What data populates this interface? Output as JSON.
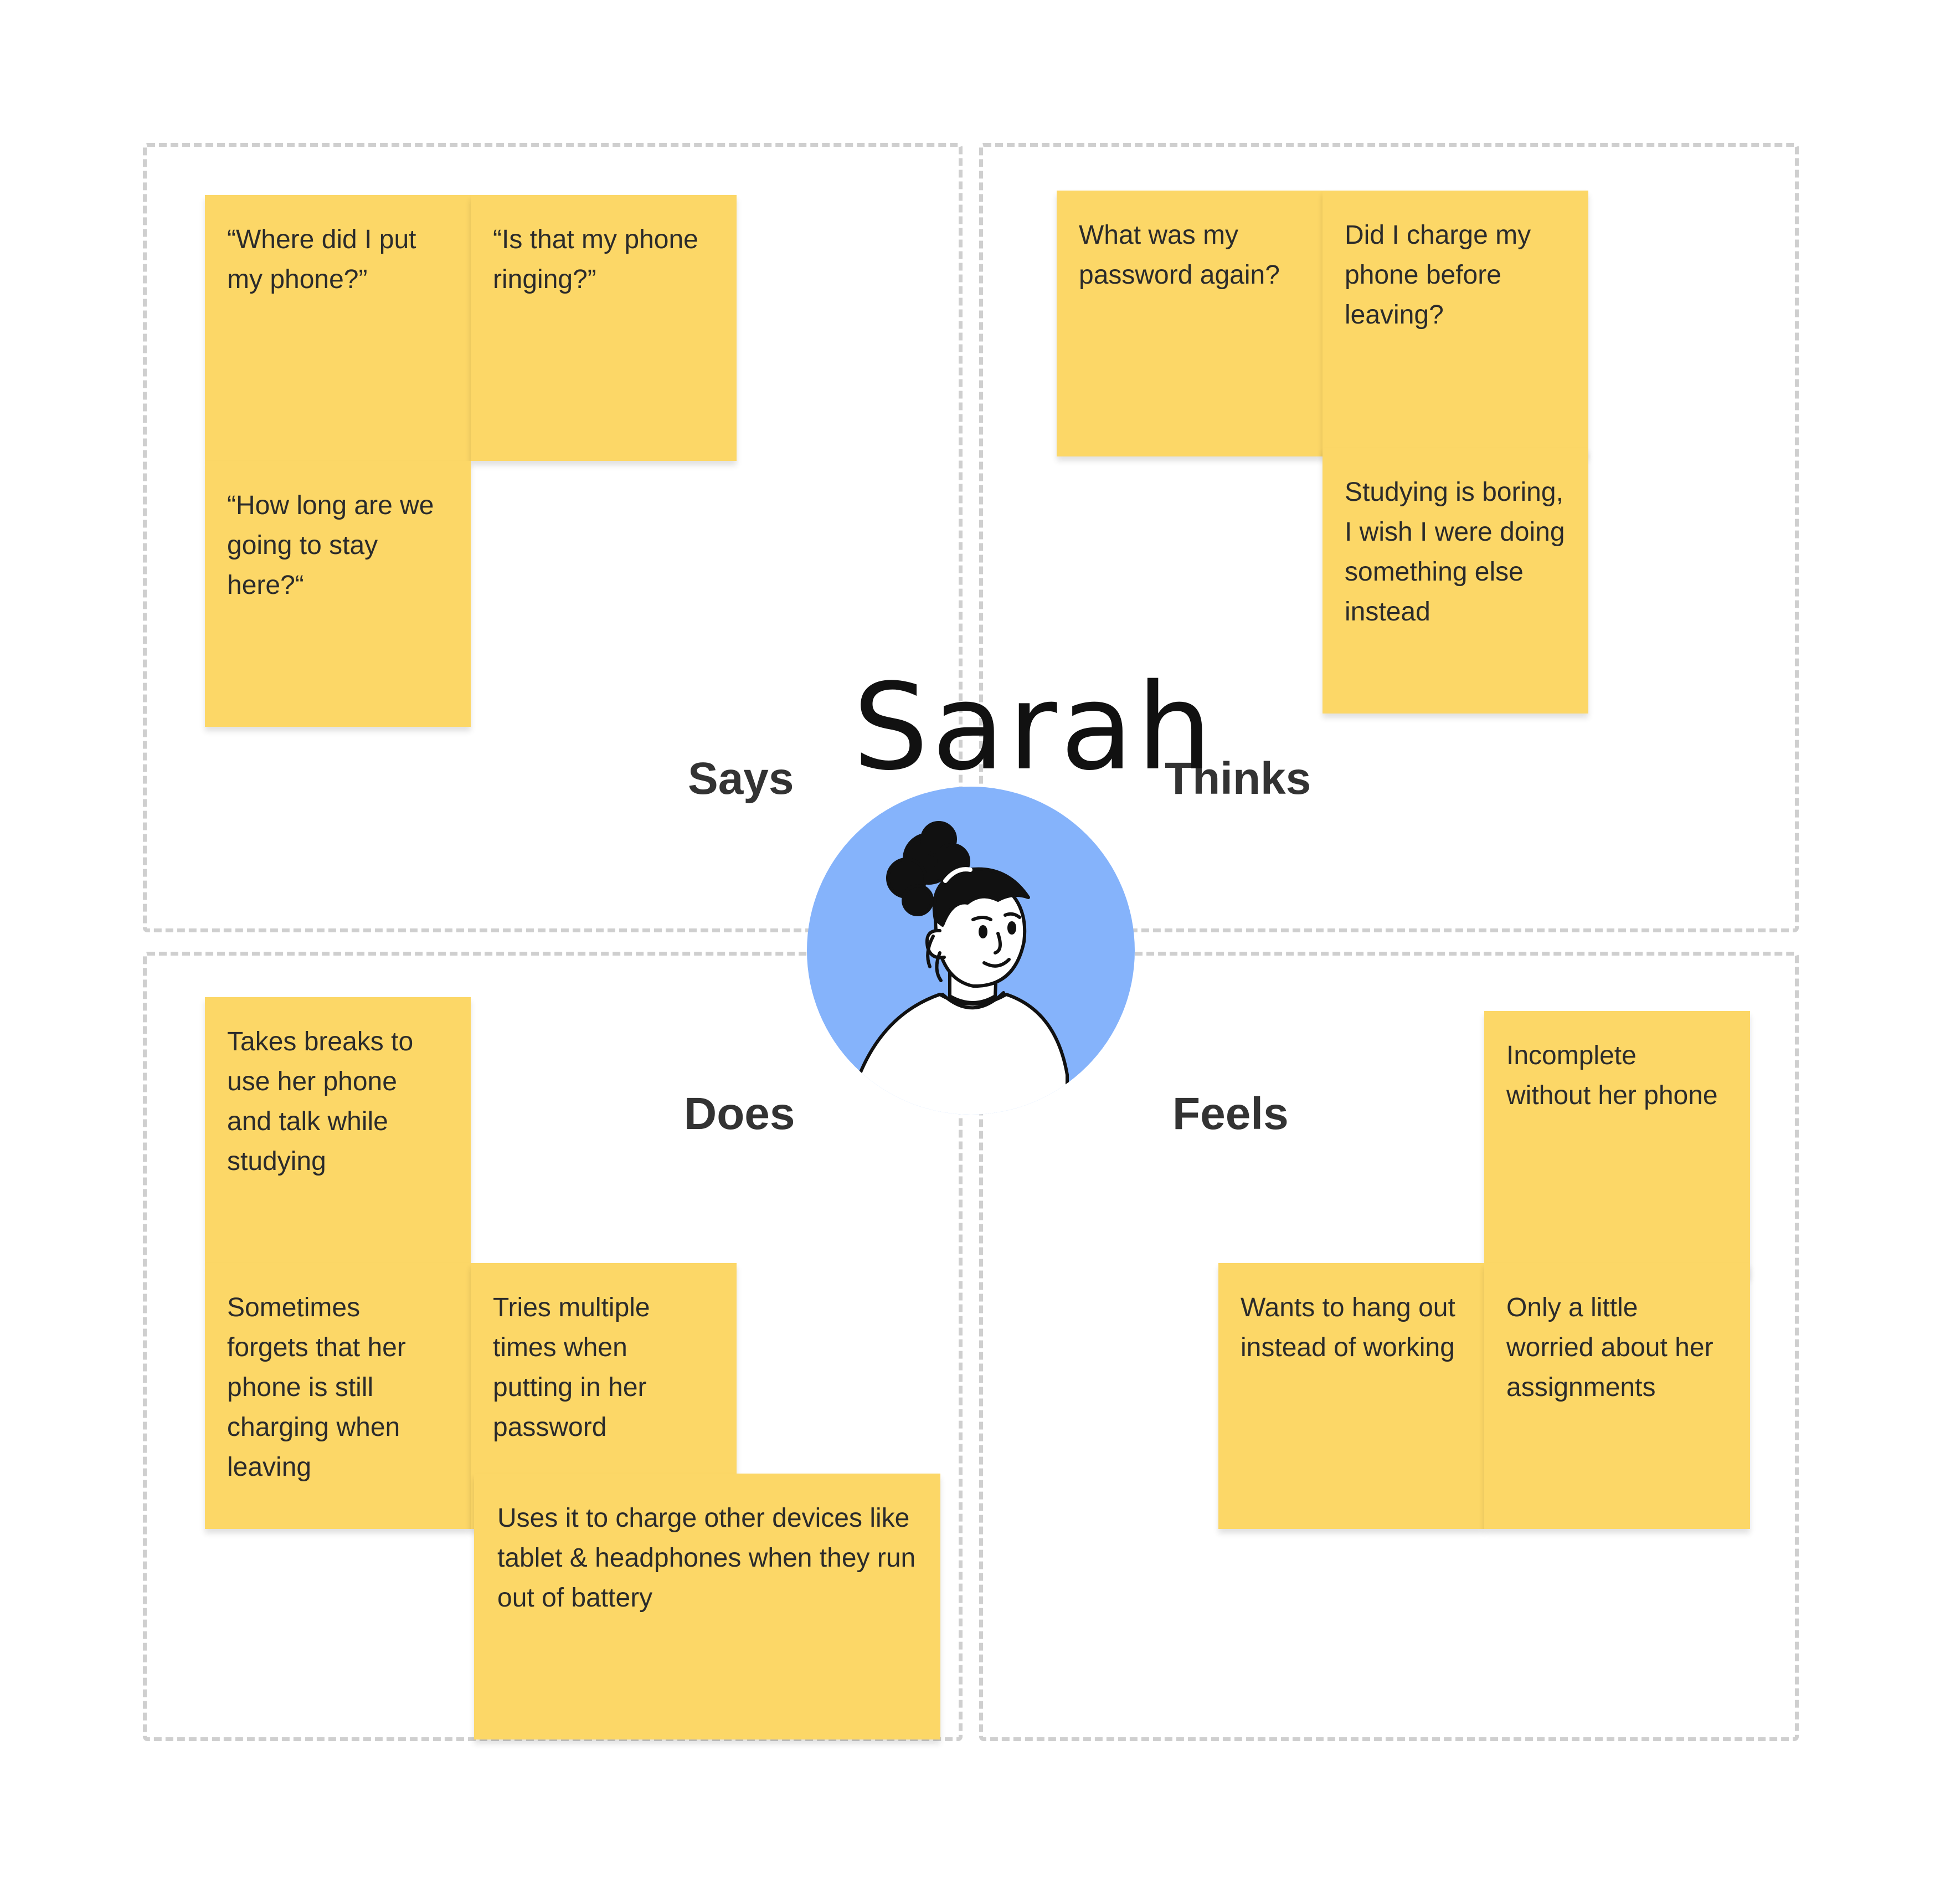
{
  "persona": {
    "name": "Sarah"
  },
  "quadrants": {
    "says": {
      "label": "Says",
      "notes": [
        "“Where did I put my phone?”",
        "“Is that my phone ringing?”",
        "“How long are we going to stay here?“"
      ]
    },
    "thinks": {
      "label": "Thinks",
      "notes": [
        "What was my password again?",
        "Did I charge my phone before leaving?",
        "Studying is boring, I wish I were doing something else instead"
      ]
    },
    "does": {
      "label": "Does",
      "notes": [
        "Takes breaks to use her phone and talk while studying",
        "Sometimes forgets that her phone is still charging when leaving",
        "Tries multiple times when putting in her password",
        "Uses it to charge other devices like tablet & headphones when they run out of battery"
      ]
    },
    "feels": {
      "label": "Feels",
      "notes": [
        "Incomplete without her phone",
        "Wants to hang out instead of working",
        "Only a little worried about her assignments"
      ]
    }
  },
  "colors": {
    "sticky_note": "#fcd767",
    "avatar_background": "#85b3fb",
    "dashed_border": "#cfcfcf"
  }
}
